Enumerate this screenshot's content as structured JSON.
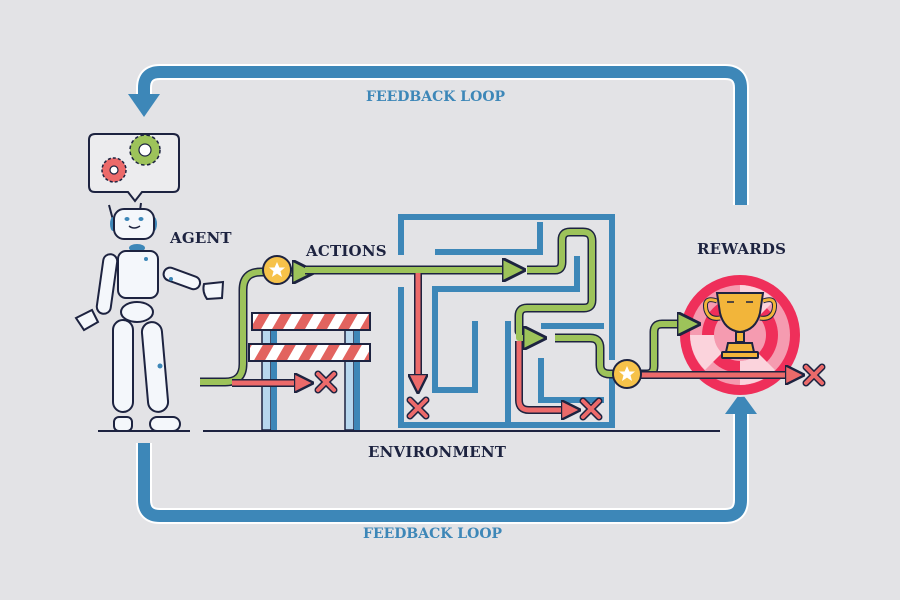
{
  "diagram": {
    "title": "Reinforcement learning loop",
    "labels": {
      "feedback_top": "FEEDBACK LOOP",
      "feedback_bottom": "FEEDBACK LOOP",
      "agent": "AGENT",
      "actions": "ACTIONS",
      "environment": "ENVIRONMENT",
      "rewards": "REWARDS"
    },
    "nodes": [
      {
        "id": "agent",
        "label": "AGENT",
        "icon": "robot-icon",
        "thought_icon": "gears-icon"
      },
      {
        "id": "actions",
        "label": "ACTIONS",
        "icon": "star-icon"
      },
      {
        "id": "environment",
        "label": "ENVIRONMENT",
        "elements": [
          "barrier-icon",
          "maze-icon"
        ]
      },
      {
        "id": "rewards",
        "label": "REWARDS",
        "icon": "trophy-icon",
        "backdrop": "target-icon"
      }
    ],
    "edges": [
      {
        "from": "rewards",
        "to": "agent",
        "label": "FEEDBACK LOOP",
        "position": "top"
      },
      {
        "from": "agent",
        "to": "rewards",
        "label": "FEEDBACK LOOP",
        "position": "bottom"
      }
    ],
    "paths": [
      {
        "type": "success",
        "color": "#9dc35a",
        "ends_at": "rewards"
      },
      {
        "type": "failure",
        "color": "#ec6a6a",
        "ends_at": "x-mark",
        "count": 4
      }
    ],
    "colors": {
      "background": "#e3e3e6",
      "loop": "#3d87b8",
      "outline": "#1d2340",
      "success_path": "#9dc35a",
      "failure_path": "#ec6a6a",
      "star": "#f6c24a",
      "target": "#ef2f5a",
      "trophy": "#f2b53a",
      "loop_text": "#3d87b8"
    }
  }
}
